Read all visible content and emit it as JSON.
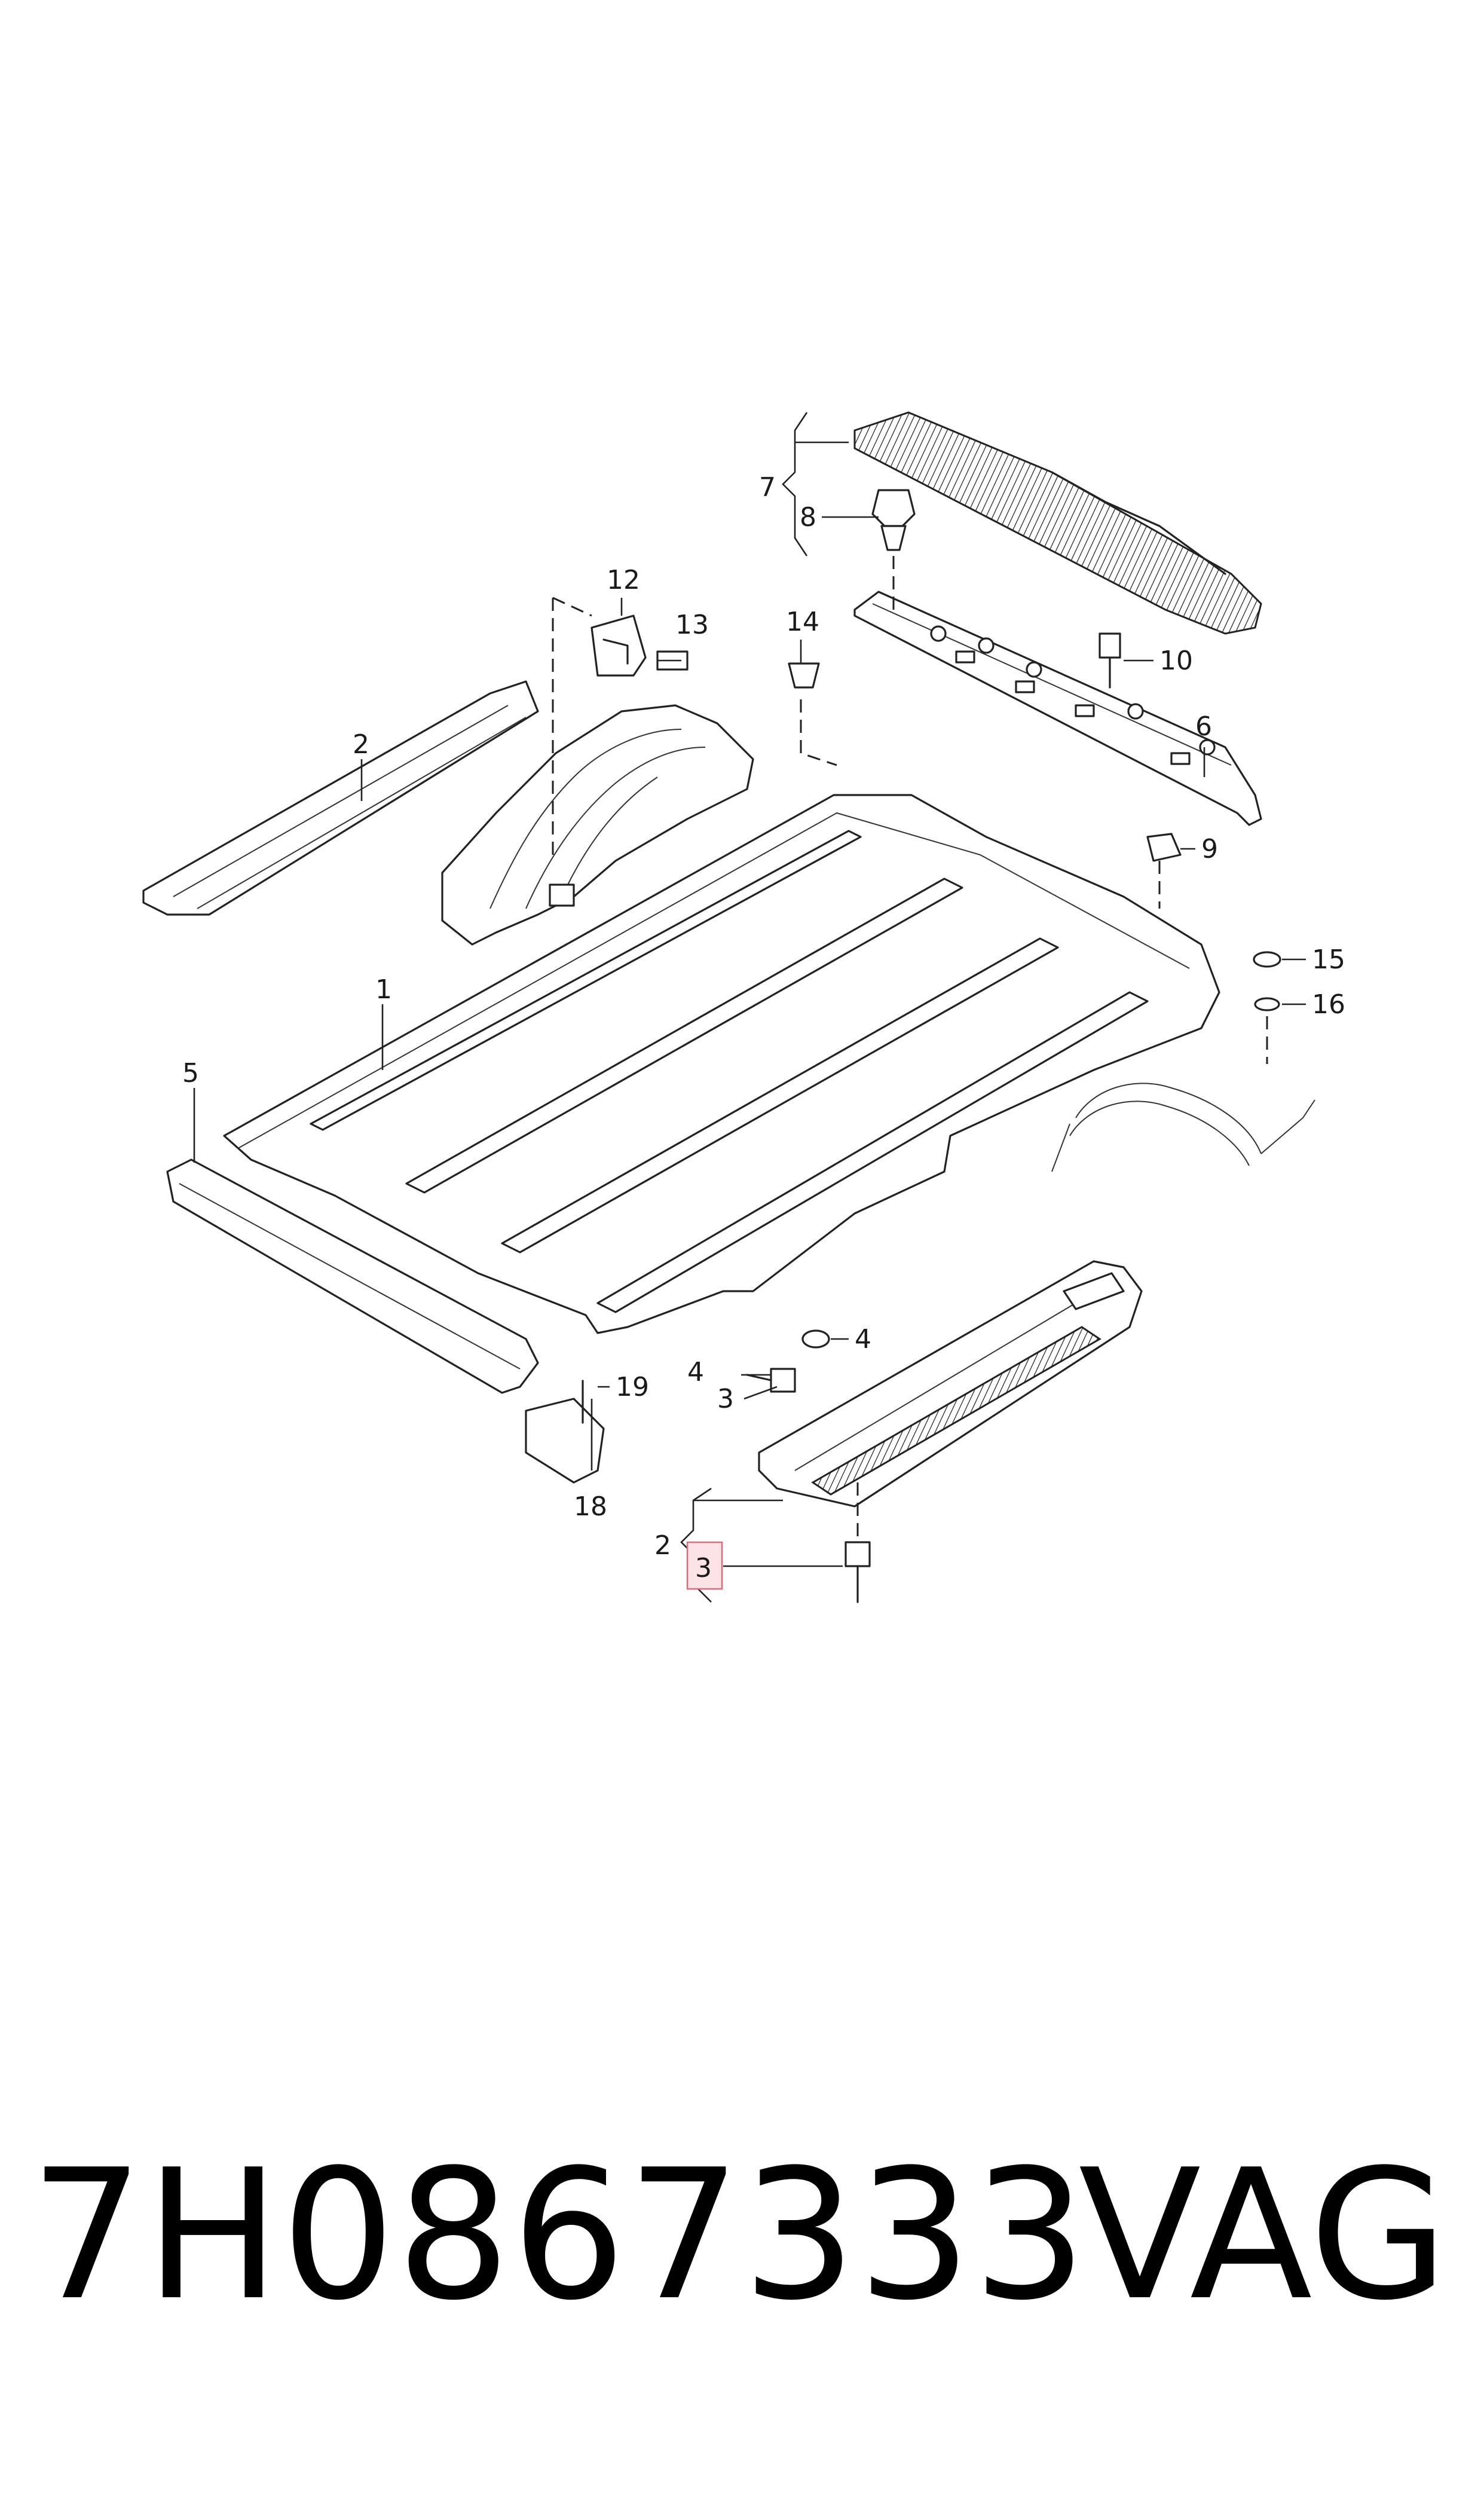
{
  "diagram": {
    "callouts": {
      "c1": "1",
      "c2_left": "2",
      "c2_bottom": "2",
      "c3_upper": "3",
      "c3_highlighted": "3",
      "c4_upper": "4",
      "c4_left": "4",
      "c5": "5",
      "c6": "6",
      "c7": "7",
      "c8": "8",
      "c9": "9",
      "c10": "10",
      "c12": "12",
      "c13": "13",
      "c14": "14",
      "c15": "15",
      "c16": "16",
      "c18": "18",
      "c19": "19"
    },
    "highlighted_callout": "3",
    "highlight_color": "#e06c7a"
  },
  "footer": {
    "part_number": "7H0867333",
    "brand": "VAG"
  }
}
